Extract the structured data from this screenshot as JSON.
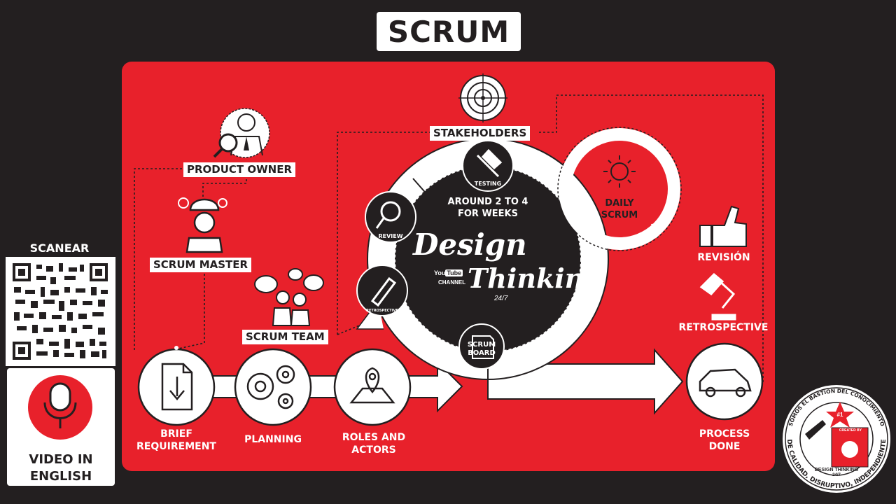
{
  "title": "SCRUM",
  "roles": {
    "product_owner": "PRODUCT OWNER",
    "scrum_master": "SCRUM MASTER",
    "scrum_team": "SCRUM TEAM",
    "stakeholders": "STAKEHOLDERS"
  },
  "sprint": {
    "duration": "AROUND 2 TO 4\nFOR WEEKS",
    "testing": "TESTING",
    "review": "REVIEW",
    "retrospective": "RETROSPECTIVE",
    "scrum_board": "SCRUM\nBOARD",
    "daily_scrum": "DAILY\nSCRUM"
  },
  "logo": {
    "line1": "Design",
    "line2": "Thinking",
    "youtube": "You",
    "tube": "Tube",
    "channel": "CHANNEL",
    "sub": "24/7"
  },
  "flow": {
    "brief": "BRIEF\nREQUIREMENT",
    "planning": "PLANNING",
    "roles_actors": "ROLES AND\nACTORS",
    "process_done": "PROCESS\nDONE"
  },
  "outcomes": {
    "revision": "REVISIÓN",
    "retrospective": "RETROSPECTIVE"
  },
  "qr": {
    "label": "SCANEAR"
  },
  "video": {
    "label": "VIDEO IN\nENGLISH"
  },
  "badge": {
    "top_text": "SOMOS EL BASTIÓN DEL CONOCIMIENTO",
    "bottom_text": "DE CALIDAD, DISRUPTIVO, INDEPENDIENTE",
    "created_by": "CREATED BY",
    "brand": "DESIGN THINKING",
    "brand_sub": "24/7",
    "rank": "#1"
  },
  "colors": {
    "background": "#231f20",
    "panel": "#e8212b",
    "white": "#ffffff",
    "dark": "#231f20"
  }
}
